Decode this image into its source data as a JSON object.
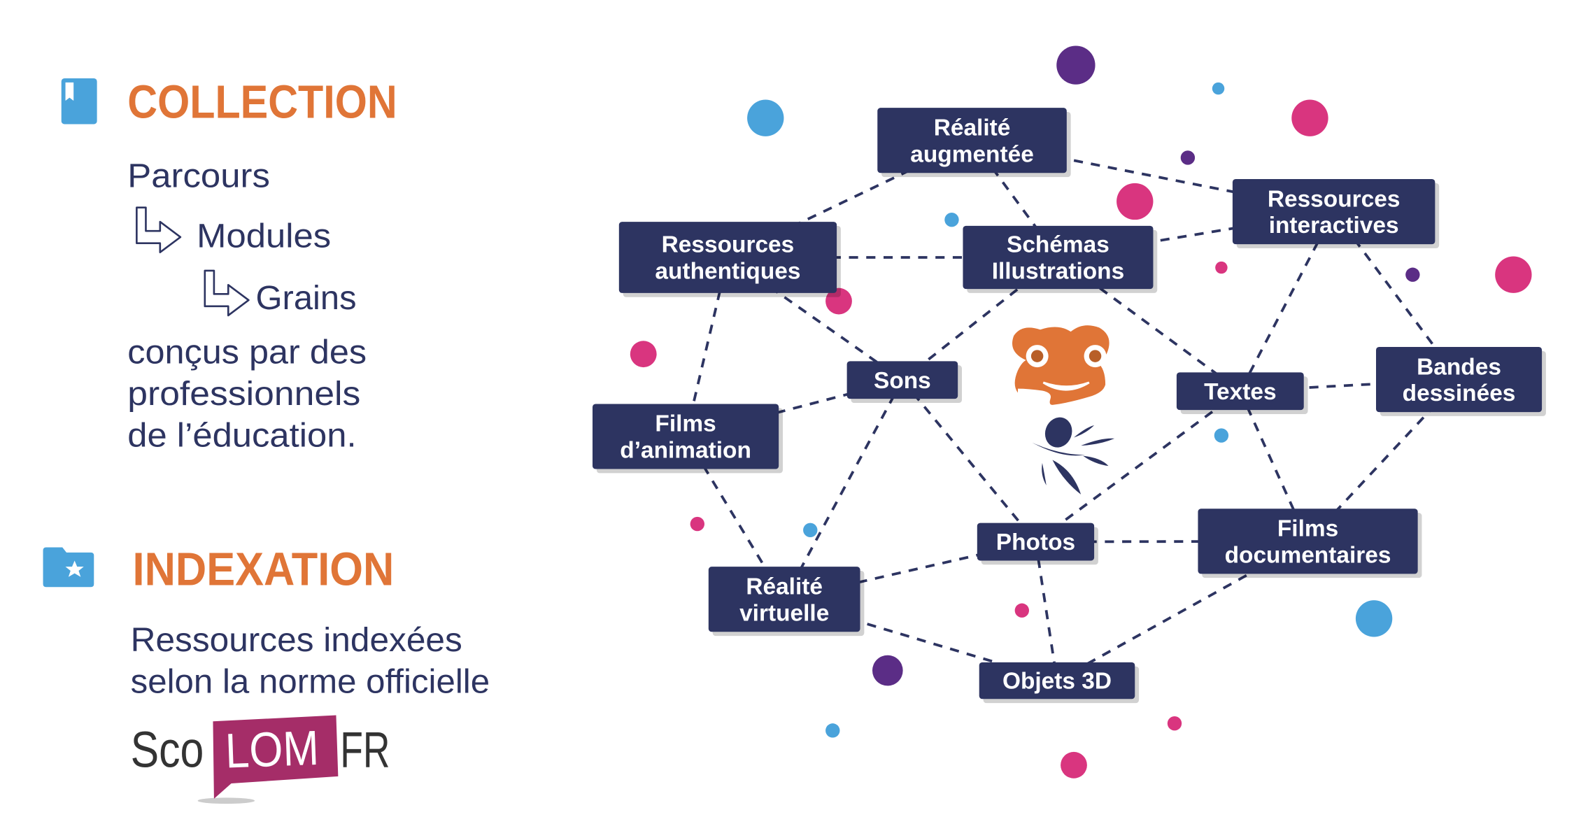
{
  "collection": {
    "title": "COLLECTION",
    "levels": [
      "Parcours",
      "Modules",
      "Grains"
    ],
    "description": [
      "conçus par des",
      "professionnels",
      "de l’éducation."
    ]
  },
  "indexation": {
    "title": "INDEXATION",
    "description": [
      "Ressources indexées",
      "selon la norme officielle"
    ],
    "logo": {
      "part1": "Sco",
      "part2": "LOM",
      "part3": "FR"
    }
  },
  "graph": {
    "nodes": [
      {
        "id": "ra",
        "lines": [
          "Réalité",
          "augmentée"
        ]
      },
      {
        "id": "ri",
        "lines": [
          "Ressources",
          "interactives"
        ]
      },
      {
        "id": "rau",
        "lines": [
          "Ressources",
          "authentiques"
        ]
      },
      {
        "id": "si",
        "lines": [
          "Schémas",
          "Illustrations"
        ]
      },
      {
        "id": "sons",
        "lines": [
          "Sons"
        ]
      },
      {
        "id": "textes",
        "lines": [
          "Textes"
        ]
      },
      {
        "id": "bd",
        "lines": [
          "Bandes",
          "dessinées"
        ]
      },
      {
        "id": "fa",
        "lines": [
          "Films",
          "d’animation"
        ]
      },
      {
        "id": "photos",
        "lines": [
          "Photos"
        ]
      },
      {
        "id": "fd",
        "lines": [
          "Films",
          "documentaires"
        ]
      },
      {
        "id": "rv",
        "lines": [
          "Réalité",
          "virtuelle"
        ]
      },
      {
        "id": "o3d",
        "lines": [
          "Objets 3D"
        ]
      }
    ],
    "edges": [
      [
        "ra",
        "rau"
      ],
      [
        "ra",
        "ri"
      ],
      [
        "ra",
        "si"
      ],
      [
        "rau",
        "si"
      ],
      [
        "si",
        "ri"
      ],
      [
        "rau",
        "sons"
      ],
      [
        "rau",
        "fa"
      ],
      [
        "si",
        "sons"
      ],
      [
        "si",
        "textes"
      ],
      [
        "ri",
        "textes"
      ],
      [
        "ri",
        "bd"
      ],
      [
        "textes",
        "bd"
      ],
      [
        "bd",
        "fd"
      ],
      [
        "textes",
        "fd"
      ],
      [
        "textes",
        "photos"
      ],
      [
        "sons",
        "fa"
      ],
      [
        "sons",
        "photos"
      ],
      [
        "sons",
        "rv"
      ],
      [
        "fa",
        "rv"
      ],
      [
        "photos",
        "fd"
      ],
      [
        "photos",
        "rv"
      ],
      [
        "photos",
        "o3d"
      ],
      [
        "rv",
        "o3d"
      ],
      [
        "o3d",
        "fd"
      ]
    ]
  },
  "colors": {
    "navy": "#2d3461",
    "orange": "#e07537",
    "blue": "#4aa3db",
    "pink": "#d9357f",
    "purple": "#5b2d86",
    "scolom": "#a52d68"
  }
}
